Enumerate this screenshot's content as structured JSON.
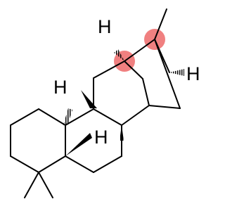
{
  "molecule": {
    "atom_labels": {
      "h_top": "H",
      "h_right": "H",
      "h_left": "H",
      "h_mid": "H"
    },
    "highlight_color": "#f08080",
    "bond_color": "#000000"
  }
}
